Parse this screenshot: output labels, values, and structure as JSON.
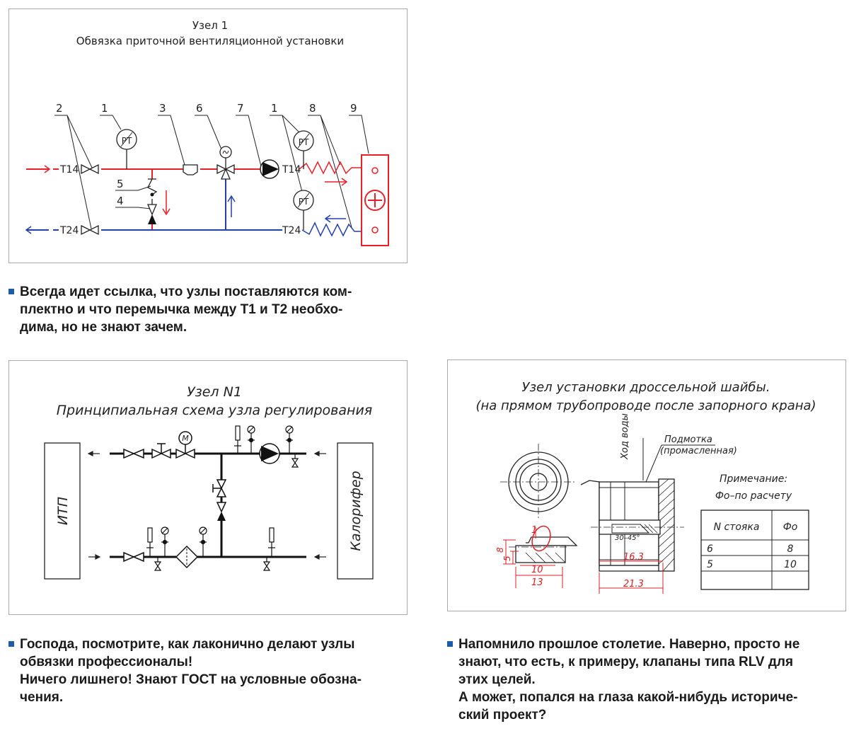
{
  "diagram1": {
    "title": "Узел 1",
    "subtitle": "Обвязка приточной вентиляционной установки",
    "callouts": [
      "2",
      "1",
      "3",
      "6",
      "7",
      "1",
      "8",
      "9",
      "5",
      "4"
    ],
    "line_labels": {
      "supply_in": "Т14",
      "return_in": "Т24",
      "supply_out": "Т14",
      "return_out": "Т24"
    },
    "gauge_text": "PT",
    "colors": {
      "supply": "#e8202a",
      "return": "#2440a8",
      "ink": "#222222"
    }
  },
  "caption1": {
    "lines": [
      "Всегда идет ссылка, что узлы поставляются ком-",
      "плектно и что перемычка между Т1 и Т2 необхо-",
      "дима, но не знают зачем."
    ]
  },
  "diagram2": {
    "title": "Узел N1",
    "subtitle": "Принципиальная схема узла регулирования",
    "left_box": "ИТП",
    "right_box": "Калорифер",
    "motor": "M"
  },
  "caption2": {
    "lines": [
      "Господа, посмотрите, как лаконично делают узлы",
      "обвязки профессионалы!",
      "Ничего лишнего! Знают ГОСТ на условные обозна-",
      "чения."
    ]
  },
  "diagram3": {
    "title": "Узел установки дроссельной шайбы.",
    "subtitle": "(на прямом трубопроводе после запорного крана)",
    "flow_label": "Ход воды",
    "winding_label_1": "Подмотка",
    "winding_label_2": "(промасленная)",
    "note_title": "Примечание:",
    "note_text": "Фо–по расчету",
    "angle_label": "30–45°",
    "dimensions": {
      "d1": "1",
      "d8": "8",
      "d5": "5",
      "d10": "10",
      "d13": "13",
      "d163": "16.3",
      "d213": "21.3"
    },
    "table": {
      "headers": [
        "N стояка",
        "Фо"
      ],
      "rows": [
        [
          "6",
          "8"
        ],
        [
          "5",
          "10"
        ],
        [
          "",
          ""
        ]
      ]
    }
  },
  "caption3": {
    "lines": [
      "Напомнило прошлое столетие. Наверно, просто не",
      "знают, что есть, к примеру, клапаны типа RLV для",
      "этих целей.",
      "А может, попался на глаза какой-нибудь историче-",
      "ский проект?"
    ]
  }
}
